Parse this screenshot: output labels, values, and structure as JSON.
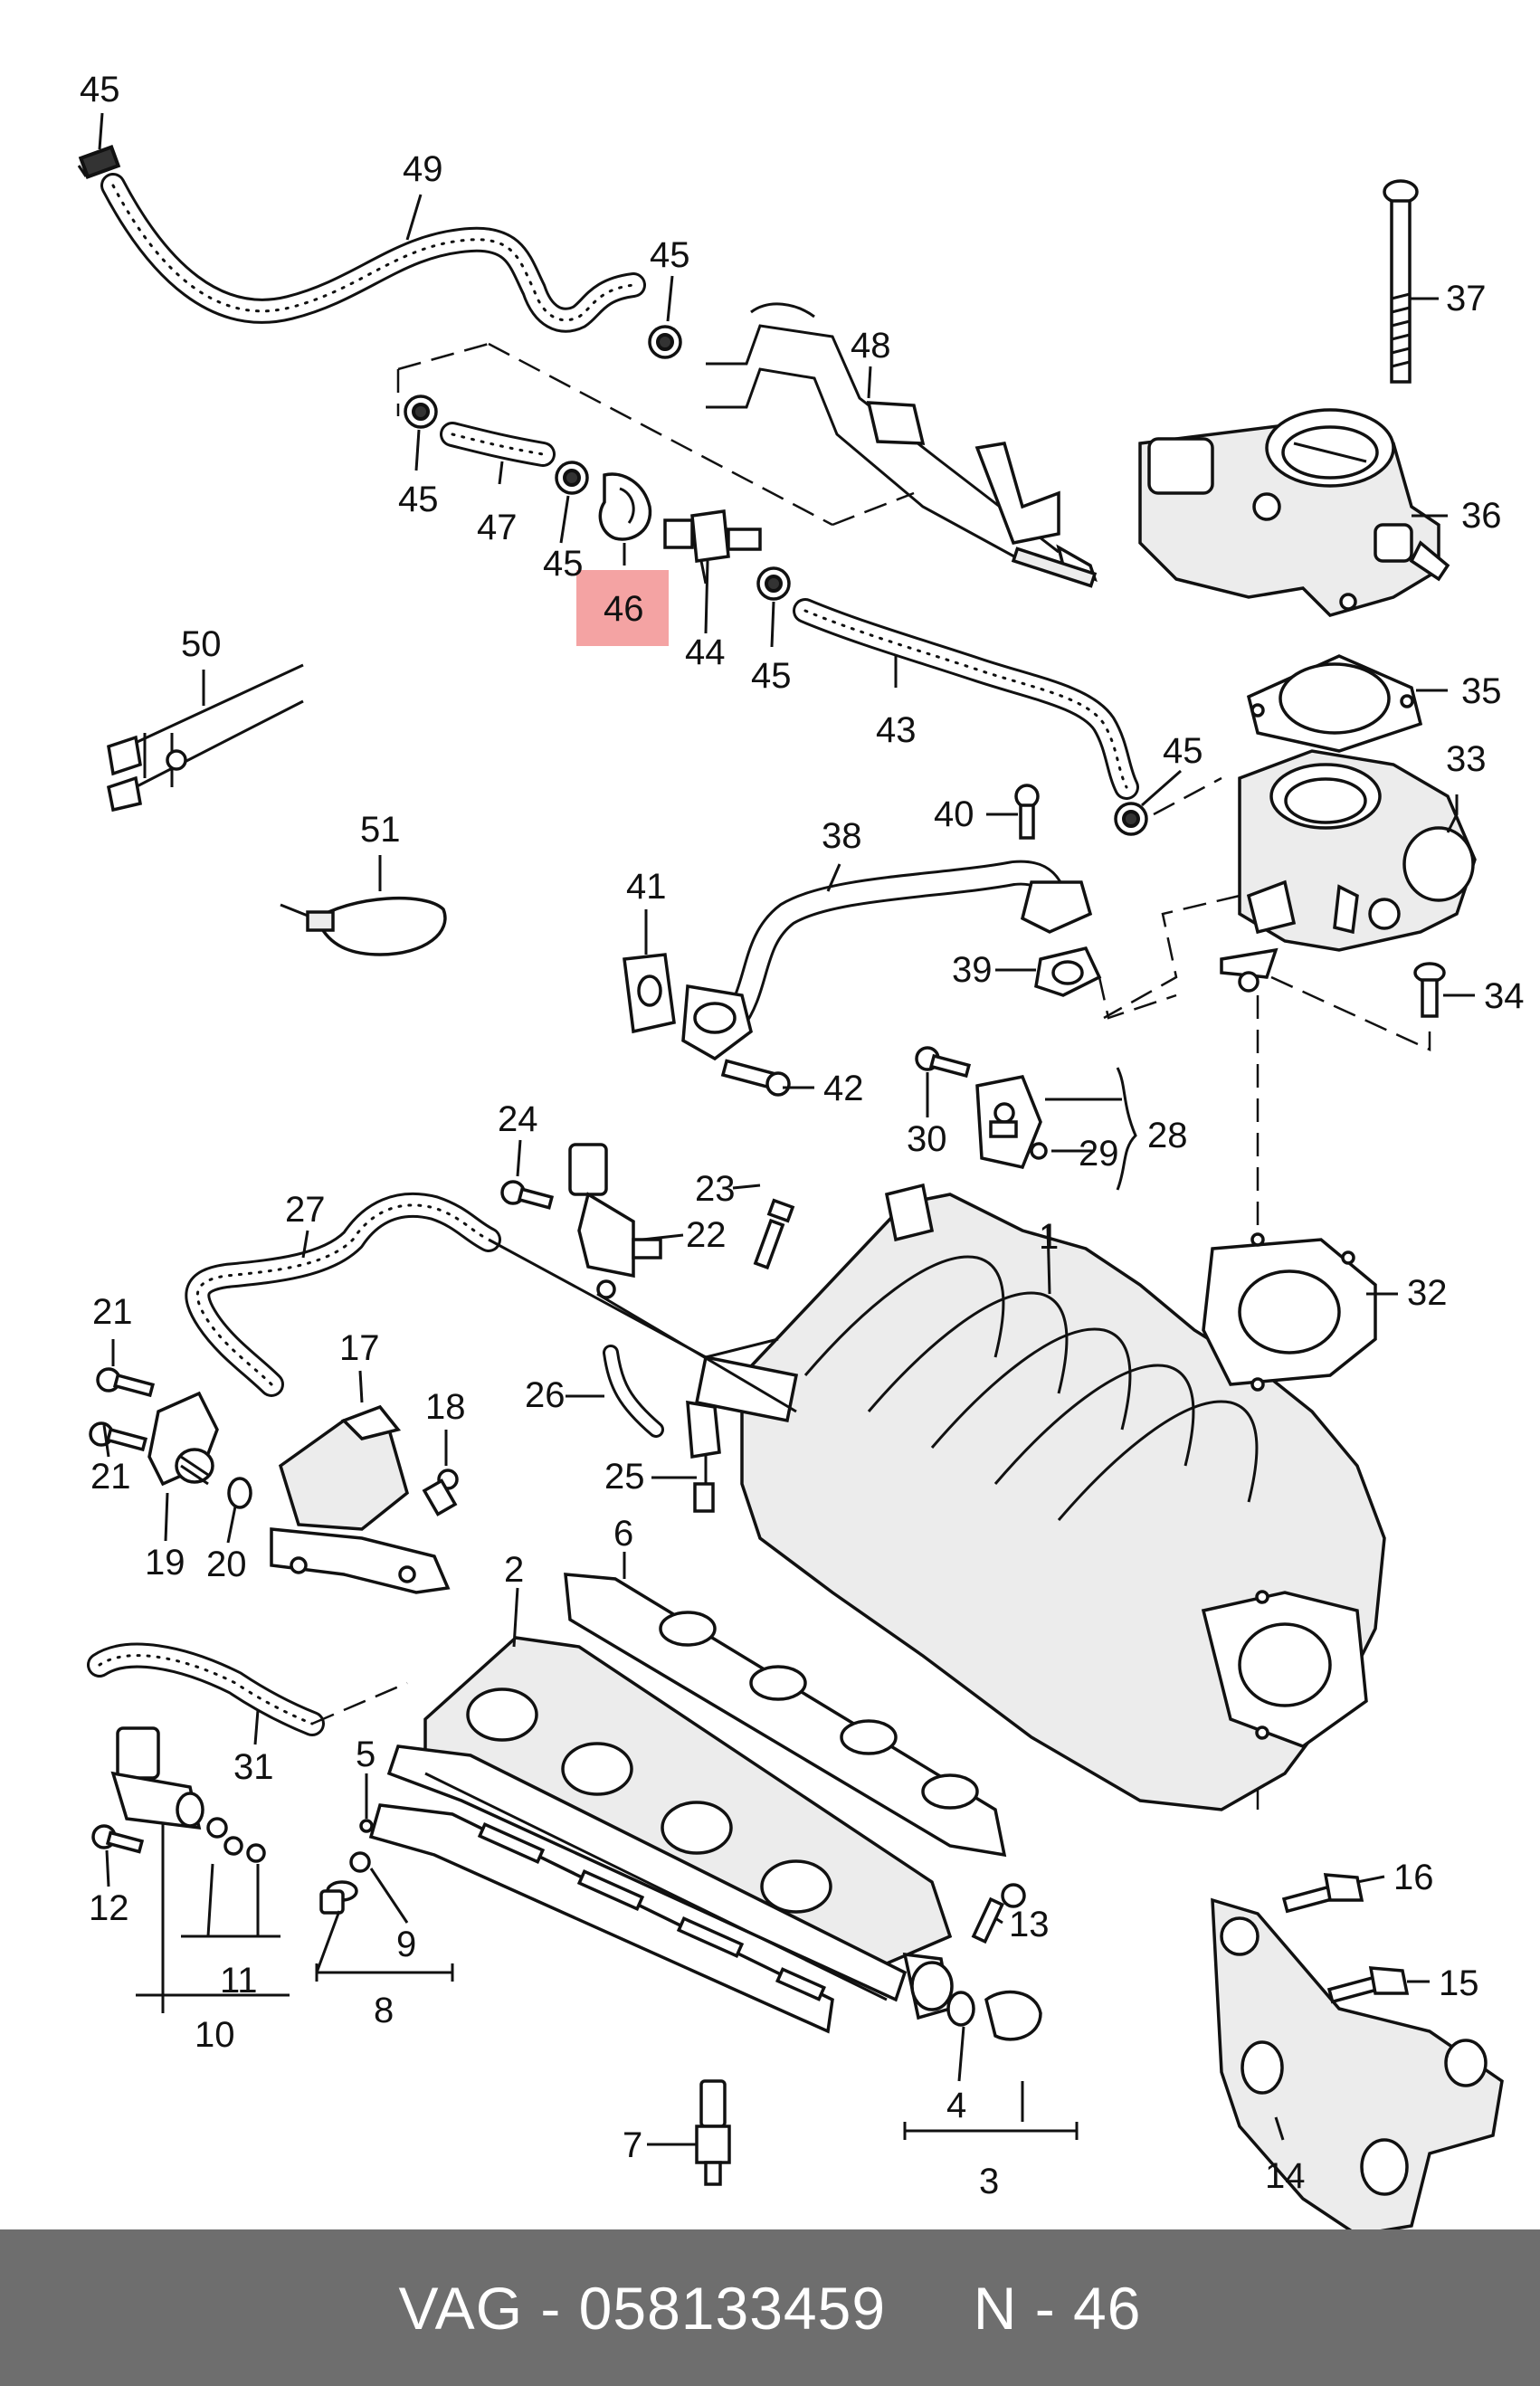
{
  "colors": {
    "highlight": "#f4a3a3",
    "footer_background": "#6e6e6e",
    "footer_text": "#ffffff",
    "line": "#111111"
  },
  "footer": {
    "text": "VAG - 058133459     N - 46"
  },
  "labels": {
    "l45a": "45",
    "l49": "49",
    "l45b": "45",
    "l48": "48",
    "l37": "37",
    "l45c": "45",
    "l47": "47",
    "l45d": "45",
    "l46": "46",
    "l44": "44",
    "l45e": "45",
    "l36": "36",
    "l50": "50",
    "l43": "43",
    "l35": "35",
    "l45f": "45",
    "l33": "33",
    "l40": "40",
    "l38": "38",
    "l51": "51",
    "l41": "41",
    "l39": "39",
    "l34": "34",
    "l42": "42",
    "l28": "28",
    "l30": "30",
    "l29": "29",
    "l24": "24",
    "l23": "23",
    "l27": "27",
    "l22": "22",
    "l1": "1",
    "l32": "32",
    "l21a": "21",
    "l17": "17",
    "l26": "26",
    "l18": "18",
    "l21b": "21",
    "l25": "25",
    "l19": "19",
    "l20": "20",
    "l6": "6",
    "l2": "2",
    "l31": "31",
    "l5": "5",
    "l12": "12",
    "l16": "16",
    "l9": "9",
    "l13": "13",
    "l11": "11",
    "l15": "15",
    "l8": "8",
    "l10": "10",
    "l4": "4",
    "l14": "14",
    "l7": "7",
    "l3": "3"
  }
}
